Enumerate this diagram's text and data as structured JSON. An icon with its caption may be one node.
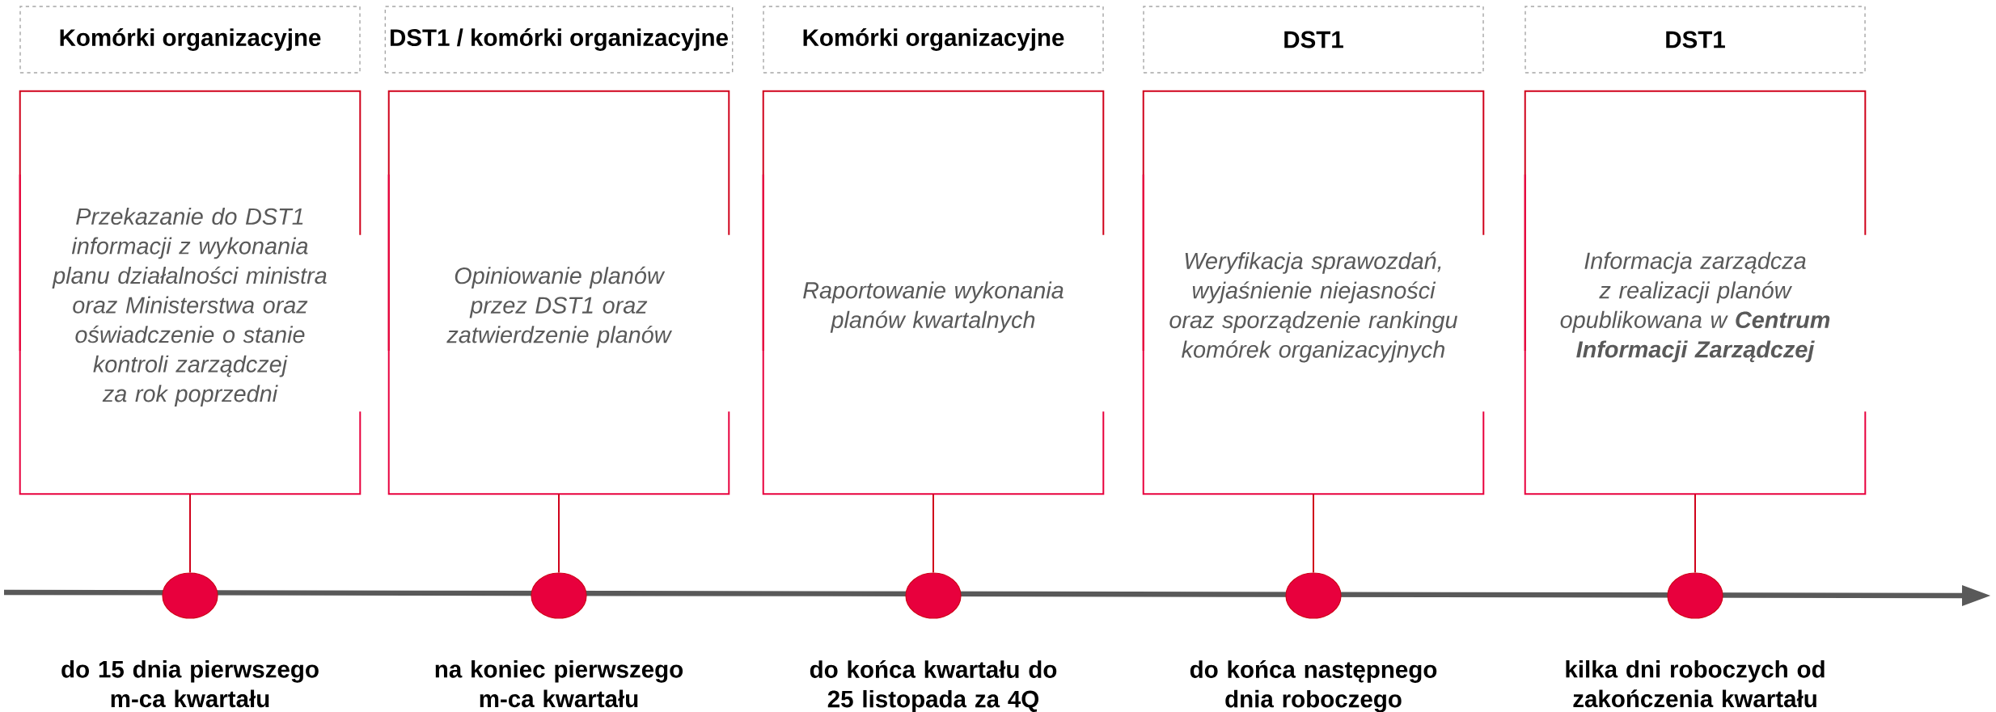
{
  "diagram": {
    "nodes": [
      {
        "text": [
          "Komórki organizacyjne"
        ]
      },
      {
        "text": [
          "DST1 / komórki organizacyjne"
        ]
      },
      {
        "text": [
          "Komórki organizacyjne"
        ]
      },
      {
        "text": [
          "DST1"
        ]
      },
      {
        "text": [
          "DST1"
        ]
      },
      {
        "text": [
          "Przekazanie do DST1 informacji z wykonania planu działalności ministra oraz Ministerstwa oraz oświadczenie o stanie kontroli zarządczej za rok poprzedni"
        ]
      },
      {
        "text": [
          "Opiniowanie planów przez DST1 oraz zatwierdzenie planów"
        ]
      },
      {
        "text": [
          "Raportowanie wykonania planów kwartalnych"
        ]
      },
      {
        "text": [
          "Weryfikacja sprawozdań, wyjaśnienie niejasności oraz sporządzenie rankingu komórek organizacyjnych"
        ]
      },
      {
        "text": [
          "Informacja zarządcza z realizacji planów opublikowana w **Centrum Informacji Zarządczej**"
        ]
      },
      {
        "text": [],
        "shape": "circle",
        "beside": [
          "do 15 dnia pierwszego m-ca kwartału"
        ]
      },
      {
        "text": [],
        "shape": "circle",
        "beside": [
          "na koniec pierwszego m-ca kwartału"
        ]
      },
      {
        "text": [],
        "shape": "circle",
        "beside": [
          "do końca kwartału do 25 listopada za 4Q"
        ]
      },
      {
        "text": [],
        "shape": "circle",
        "beside": [
          "do końca następnego dnia roboczego"
        ]
      },
      {
        "text": [],
        "shape": "circle",
        "beside": [
          "kilka dni roboczych od zakończenia kwartału"
        ]
      }
    ],
    "edges": [
      {
        "from": 5,
        "to": 10,
        "arrow": "none"
      },
      {
        "from": 6,
        "to": 11,
        "arrow": "none"
      },
      {
        "from": 7,
        "to": 12,
        "arrow": "none"
      },
      {
        "from": 8,
        "to": 13,
        "arrow": "none"
      },
      {
        "from": 9,
        "to": 14,
        "arrow": "none"
      }
    ]
  }
}
